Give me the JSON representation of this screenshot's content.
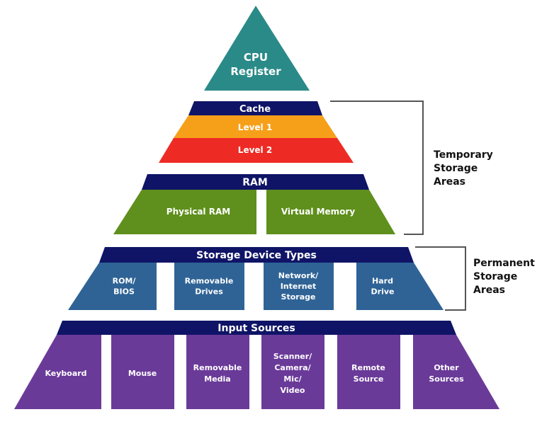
{
  "colors": {
    "teal": "#2a8a88",
    "navy": "#0f1466",
    "orange": "#f6a01a",
    "red": "#ee2a24",
    "green": "#5f8f1c",
    "blue": "#2f6396",
    "purple": "#6a3a99",
    "bracket": "#555555"
  },
  "cpu": {
    "line1": "CPU",
    "line2": "Register"
  },
  "cache": {
    "title": "Cache",
    "level1": "Level 1",
    "level2": "Level 2"
  },
  "ram": {
    "title": "RAM",
    "physical": "Physical RAM",
    "virtual": "Virtual Memory"
  },
  "storage": {
    "title": "Storage Device Types",
    "items": [
      {
        "lines": [
          "ROM/",
          "BIOS"
        ]
      },
      {
        "lines": [
          "Removable",
          "Drives"
        ]
      },
      {
        "lines": [
          "Network/",
          "Internet",
          "Storage"
        ]
      },
      {
        "lines": [
          "Hard",
          "Drive"
        ]
      }
    ]
  },
  "input": {
    "title": "Input Sources",
    "items": [
      {
        "lines": [
          "Keyboard"
        ]
      },
      {
        "lines": [
          "Mouse"
        ]
      },
      {
        "lines": [
          "Removable",
          "Media"
        ]
      },
      {
        "lines": [
          "Scanner/",
          "Camera/",
          "Mic/",
          "Video"
        ]
      },
      {
        "lines": [
          "Remote",
          "Source"
        ]
      },
      {
        "lines": [
          "Other",
          "Sources"
        ]
      }
    ]
  },
  "temporary": {
    "lines": [
      "Temporary",
      "Storage",
      "Areas"
    ]
  },
  "permanent": {
    "lines": [
      "Permanent",
      "Storage",
      "Areas"
    ]
  }
}
